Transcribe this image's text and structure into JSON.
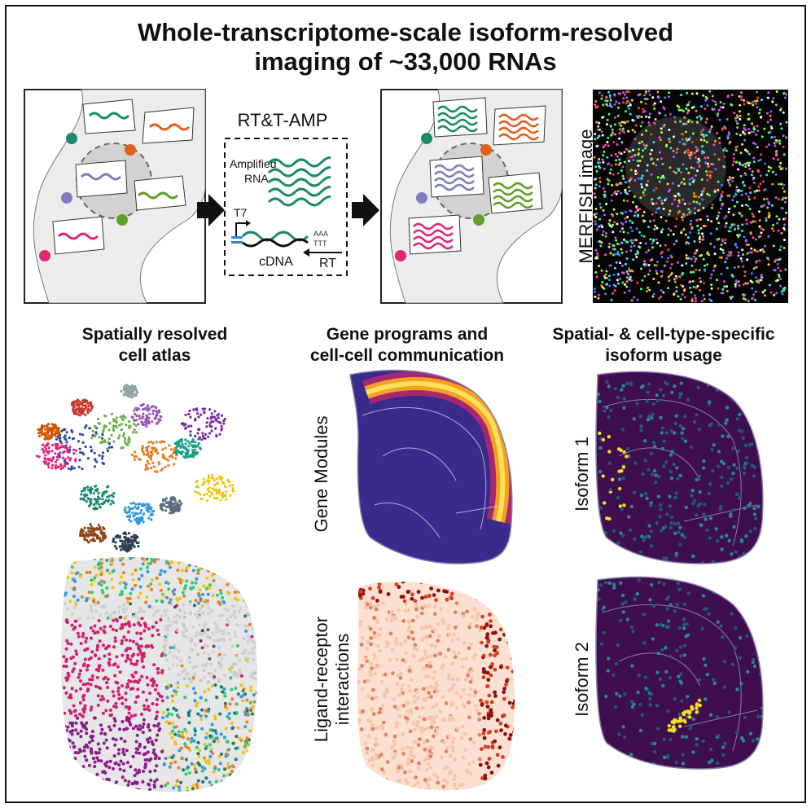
{
  "title": {
    "line1": "Whole-transcriptome-scale isoform-resolved",
    "line2": "imaging of ~33,000 RNAs"
  },
  "workflow": {
    "method_label": "RT&T-AMP",
    "amplified_label": "Amplified",
    "rna_label": "RNA",
    "t7_label": "T7",
    "cdna_label": "cDNA",
    "rt_label": "RT",
    "polya_label": "AAA",
    "polyt_label": "TTT",
    "merfish_label": "MERFISH image",
    "colors": {
      "teal": "#1a8a6a",
      "orange": "#e0601a",
      "purple": "#7d7ec0",
      "green": "#5fa028",
      "pink": "#e0257a"
    }
  },
  "sections": {
    "atlas": {
      "line1": "Spatially resolved",
      "line2": "cell atlas"
    },
    "programs": {
      "line1": "Gene programs and",
      "line2": "cell-cell communication"
    },
    "isoform": {
      "line1": "Spatial- & cell-type-specific",
      "line2": "isoform usage"
    }
  },
  "panels": {
    "gene_modules": "Gene Modules",
    "ligand_line1": "Ligand-receptor",
    "ligand_line2": "interactions",
    "isoform1": "Isoform 1",
    "isoform2": "Isoform 2"
  },
  "arrow_icon": "right-arrow-icon"
}
